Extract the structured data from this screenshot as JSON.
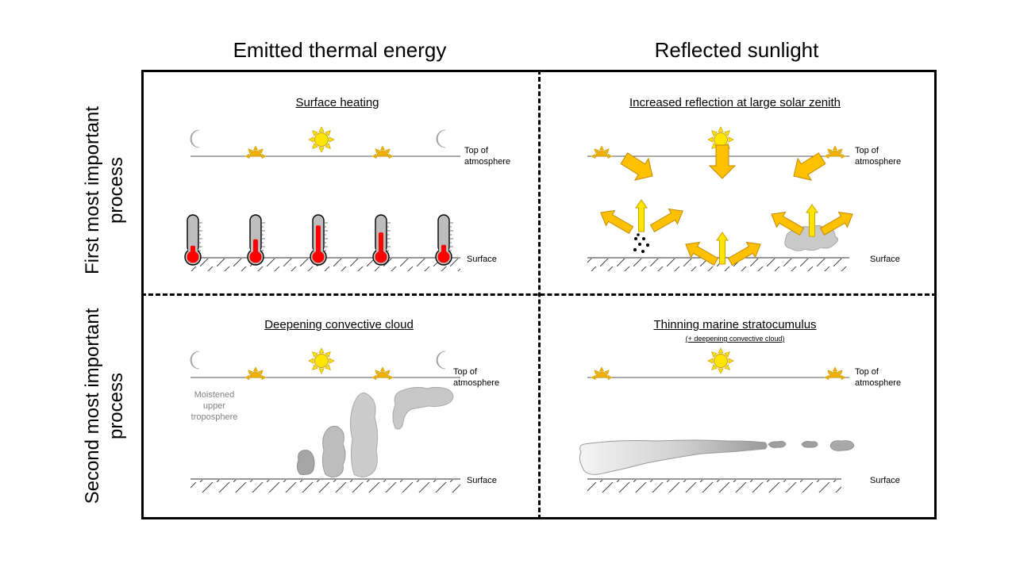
{
  "columns": [
    "Emitted thermal energy",
    "Reflected sunlight"
  ],
  "rows": [
    "First most important process",
    "Second most important process"
  ],
  "panels": {
    "surface_heating": {
      "title": "Surface heating"
    },
    "increased_reflection": {
      "title": "Increased reflection at large solar zenith"
    },
    "deepening_cloud": {
      "title": "Deepening convective cloud",
      "annotation": "Moistened upper troposphere"
    },
    "thinning_stratocumulus": {
      "title": "Thinning marine stratocumulus",
      "subtitle": "(+ deepening convective cloud)"
    }
  },
  "levels": {
    "top": "Top of atmosphere",
    "surface": "Surface"
  },
  "thermometer_levels": [
    0.12,
    0.35,
    0.85,
    0.6,
    0.15
  ],
  "colors": {
    "sun": "#ffe600",
    "sun_edge": "#c9a000",
    "setting_sun": "#f3b000",
    "arrow": "#ffc000",
    "arrow_edge": "#c08a00",
    "mercury": "#ff0000",
    "moon": "#bfbfbf",
    "cloud": "#c8c8c8"
  }
}
